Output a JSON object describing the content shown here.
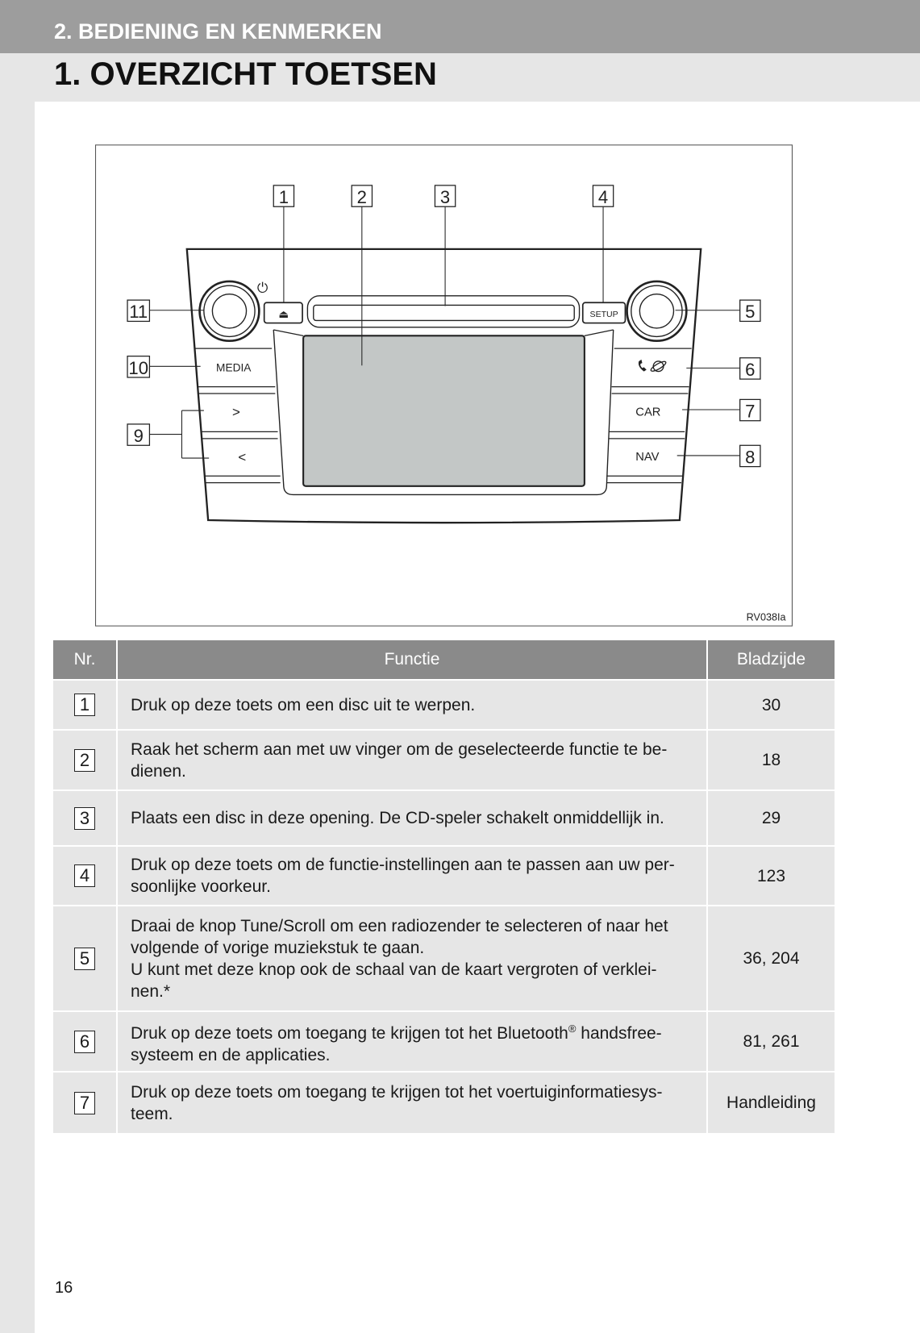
{
  "header": {
    "section": "2. BEDIENING EN KENMERKEN",
    "title": "1. OVERZICHT TOETSEN"
  },
  "diagram": {
    "callouts": [
      "1",
      "2",
      "3",
      "4",
      "5",
      "6",
      "7",
      "8",
      "9",
      "10",
      "11"
    ],
    "buttons": {
      "media": "MEDIA",
      "next": ">",
      "prev": "<",
      "setup": "SETUP",
      "car": "CAR",
      "nav": "NAV",
      "eject": "⏏",
      "power": "⏻"
    },
    "figure_id": "RV038Ia"
  },
  "table": {
    "headers": [
      "Nr.",
      "Functie",
      "Bladzijde"
    ],
    "rows": [
      {
        "nr": "1",
        "text": "Druk op deze toets om een disc uit te werpen.",
        "page": "30"
      },
      {
        "nr": "2",
        "text": "Raak het scherm aan met uw vinger om de geselecteerde functie te be-dienen.",
        "page": "18"
      },
      {
        "nr": "3",
        "text": "Plaats een disc in deze opening. De CD-speler schakelt onmiddellijk in.",
        "page": "29"
      },
      {
        "nr": "4",
        "text": "Druk op deze toets om de functie-instellingen aan te passen aan uw per-soonlijke voorkeur.",
        "page": "123"
      },
      {
        "nr": "5",
        "text": "Draai de knop Tune/Scroll om een radiozender te selecteren of naar het volgende of vorige muziekstuk te gaan.",
        "text2": "U kunt met deze knop ook de schaal van de kaart vergroten of verklei-nen.*",
        "page": "36, 204"
      },
      {
        "nr": "6",
        "text": "Druk op deze toets om toegang te krijgen tot het Bluetooth",
        "sup": "®",
        "text2": " handsfree-systeem en de applicaties.",
        "page": "81, 261"
      },
      {
        "nr": "7",
        "text": "Druk op deze toets om toegang te krijgen tot het voertuiginformatiesys-teem.",
        "page": "Handleiding"
      }
    ]
  },
  "footer": {
    "page_number": "16"
  }
}
